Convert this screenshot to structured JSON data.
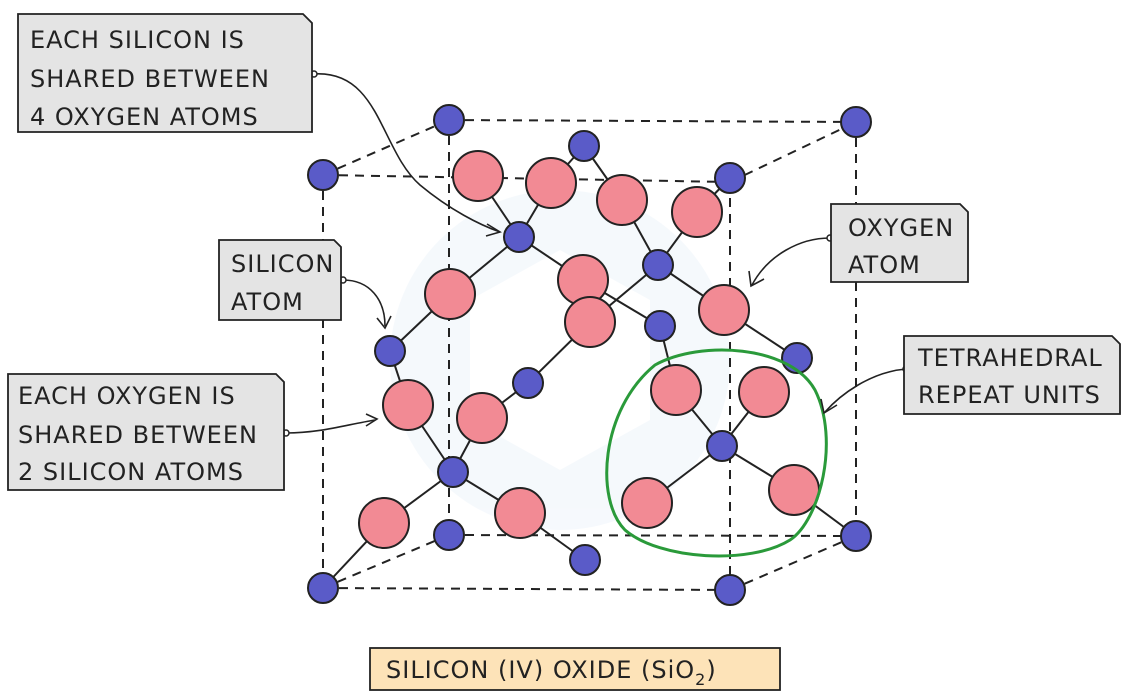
{
  "labels": {
    "si_shared": [
      "EACH SILICON IS",
      "SHARED BETWEEN",
      "4 OXYGEN ATOMS"
    ],
    "silicon_atom": [
      "SILICON",
      "ATOM"
    ],
    "o_shared": [
      "EACH OXYGEN IS",
      "SHARED BETWEEN",
      "2 SILICON ATOMS"
    ],
    "oxygen_atom": [
      "OXYGEN",
      "ATOM"
    ],
    "tetrahedral": [
      "TETRAHEDRAL",
      "REPEAT UNITS"
    ],
    "title_main": "SILICON (IV) OXIDE (SiO",
    "title_sub": "2",
    "title_end": ")"
  },
  "colors": {
    "silicon": "#5a5bc8",
    "oxygen": "#f28a94",
    "outline": "#222222",
    "label_box": "#e4e4e4",
    "title_box": "#fde3b8",
    "highlight": "#2a9a3a"
  }
}
